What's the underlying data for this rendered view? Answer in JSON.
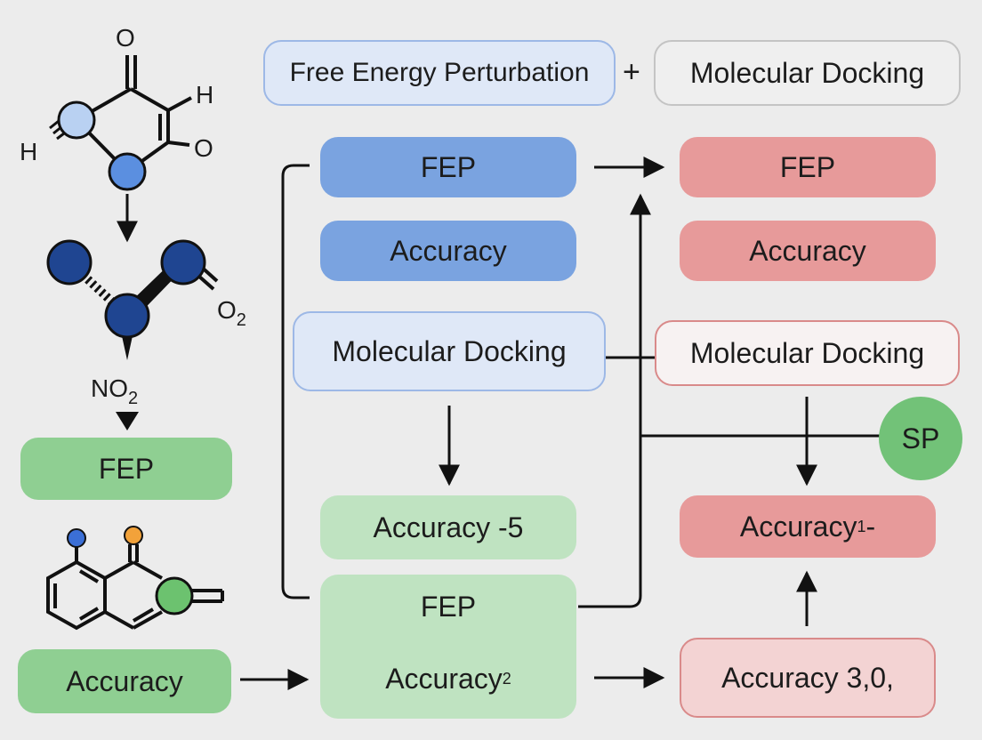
{
  "header": {
    "fep_label": "Free Energy Perturbation",
    "plus_sign": "+",
    "docking_label": "Molecular Docking"
  },
  "left_column": {
    "molecule1": {
      "o_top": "O",
      "h_right": "H",
      "h_left": "H",
      "o_right": "O"
    },
    "molecule2": {
      "o2_right": "O",
      "o2_right_sub": "2",
      "no2_bottom": "NO",
      "no2_bottom_sub": "2"
    },
    "fep_box": "FEP",
    "accuracy_box": "Accuracy"
  },
  "middle_column": {
    "fep_box": "FEP",
    "accuracy_box": "Accuracy",
    "docking_box": "Molecular Docking",
    "accuracy5_box": "Accuracy -5",
    "fep2_box": "FEP",
    "accuracy2_box": "Accuracy",
    "accuracy2_sup": "2"
  },
  "right_column": {
    "fep_box": "FEP",
    "accuracy_box": "Accuracy",
    "docking_box": "Molecular Docking",
    "sp_circle": "SP",
    "accuracy1_box": "Accuracy",
    "accuracy1_sup": "1",
    "accuracy1_suffix": "-",
    "accuracy30_box": "Accuracy 3,0,"
  },
  "colors": {
    "blue": "#7aa3e0",
    "red": "#e79a9a",
    "green": "#8fcf92",
    "atom_dark_blue": "#1f4591"
  }
}
